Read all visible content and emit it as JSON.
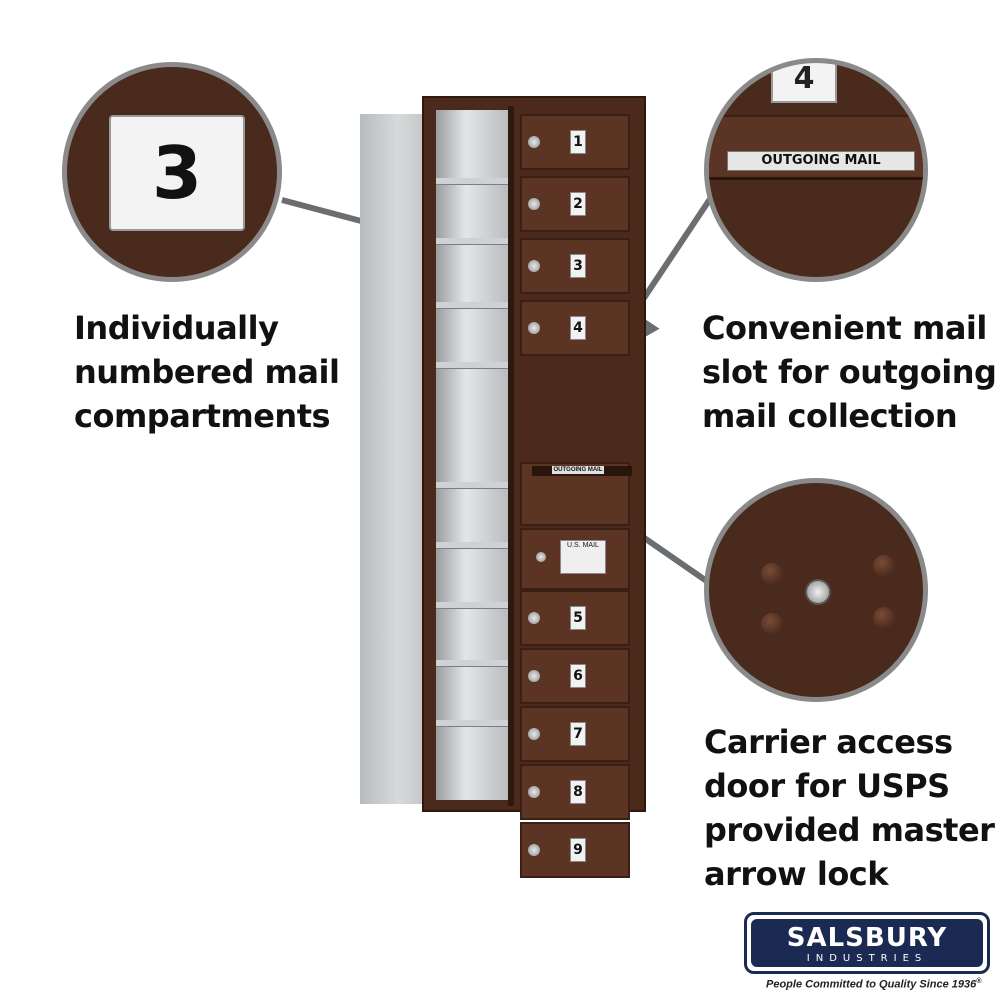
{
  "captions": {
    "left": [
      "Individually",
      "numbered mail",
      "compartments"
    ],
    "right_top": [
      "Convenient mail",
      "slot for outgoing",
      "mail collection"
    ],
    "right_bottom": [
      "Carrier access",
      "door for USPS",
      "provided master",
      "arrow lock"
    ]
  },
  "zoom": {
    "compartment_number": "3",
    "slot_compartment_number": "4",
    "outgoing_label": "OUTGOING MAIL"
  },
  "mailbox": {
    "compartments_upper": [
      "1",
      "2",
      "3",
      "4"
    ],
    "compartments_lower": [
      "5",
      "6",
      "7",
      "8",
      "9"
    ],
    "slot_label": "OUTGOING MAIL",
    "usps_plate": "U.S. MAIL"
  },
  "brand": {
    "name": "SALSBURY",
    "sub": "INDUSTRIES",
    "tagline": "People Committed to Quality Since 1936",
    "mark": "®"
  },
  "colors": {
    "bronze": "#4b2a1c",
    "logo_navy": "#1b2a52"
  }
}
